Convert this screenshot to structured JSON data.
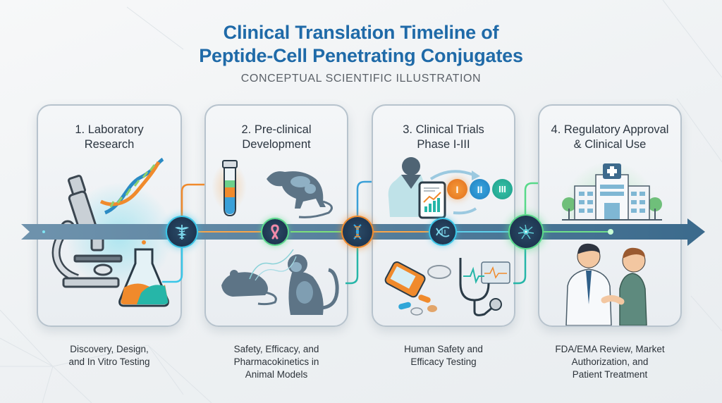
{
  "header": {
    "title_line1": "Clinical Translation Timeline of",
    "title_line2": "Peptide-Cell Penetrating Conjugates",
    "subtitle": "CONCEPTUAL SCIENTIFIC ILLUSTRATION"
  },
  "colors": {
    "title": "#1f6aa8",
    "arrow": "#3d6a8c",
    "accent_orange": "#f08a2c",
    "accent_cyan": "#39c6e8",
    "accent_green": "#58d98a",
    "node_fill": "#1d3550"
  },
  "stages": [
    {
      "number": "1",
      "title_line1": "1. Laboratory",
      "title_line2": "Research",
      "description_lines": [
        "Discovery, Design,",
        "and In Vitro Testing"
      ],
      "icons": [
        "microscope-icon",
        "dna-helix-icon",
        "flask-icon"
      ]
    },
    {
      "number": "2",
      "title_line1": "2. Pre-clinical",
      "title_line2": "Development",
      "description_lines": [
        "Safety, Efficacy, and",
        "Pharmacokinetics in",
        "Animal Models"
      ],
      "icons": [
        "test-tube-icon",
        "rat-icon",
        "mouse-icon",
        "monkey-icon"
      ]
    },
    {
      "number": "3",
      "title_line1": "3. Clinical Trials",
      "title_line2": "Phase I-III",
      "description_lines": [
        "Human Safety and",
        "Efficacy Testing"
      ],
      "icons": [
        "patient-icon",
        "tablet-chart-icon",
        "phase-badges",
        "pill-bottle-icon",
        "stethoscope-icon"
      ],
      "phases": [
        "I",
        "II",
        "III"
      ]
    },
    {
      "number": "4",
      "title_line1": "4. Regulatory Approval",
      "title_line2": "& Clinical Use",
      "description_lines": [
        "FDA/EMA Review, Market",
        "Authorization, and",
        "Patient Treatment"
      ],
      "icons": [
        "hospital-icon",
        "doctor-patient-handshake-icon"
      ]
    }
  ],
  "timeline_nodes": [
    {
      "icon": "caduceus-icon",
      "ring": "#39c6e8"
    },
    {
      "icon": "awareness-ribbon-icon",
      "ring": "#58d98a"
    },
    {
      "icon": "dna-icon",
      "ring": "#f08a2c"
    },
    {
      "icon": "dna-icon",
      "ring": "#39c6e8"
    },
    {
      "icon": "neuron-icon",
      "ring": "#58d98a"
    }
  ]
}
